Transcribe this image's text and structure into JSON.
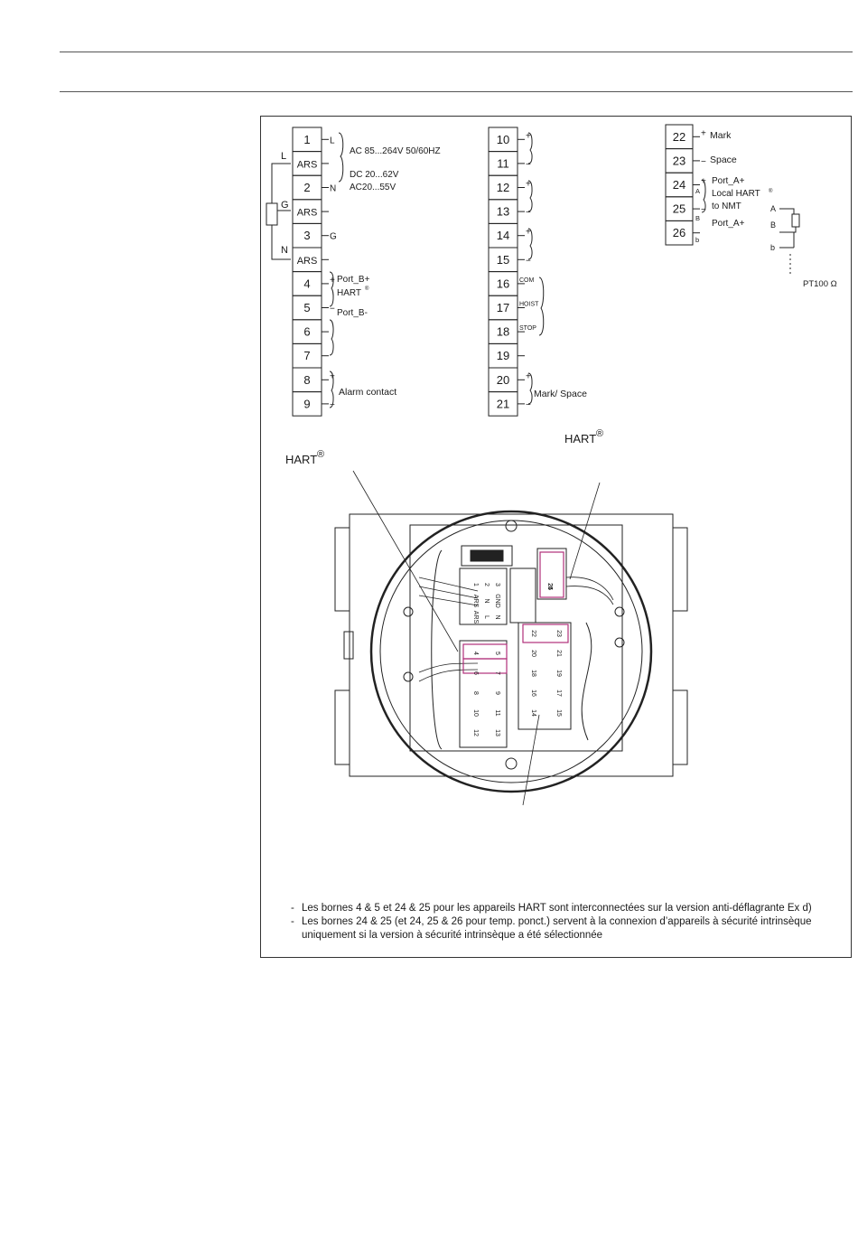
{
  "terminals": {
    "left": [
      {
        "label": "1",
        "mark": "L"
      },
      {
        "label": "ARS",
        "mark": ""
      },
      {
        "label": "2",
        "mark": "N"
      },
      {
        "label": "ARS",
        "mark": ""
      },
      {
        "label": "3",
        "mark": "G"
      },
      {
        "label": "ARS",
        "mark": ""
      },
      {
        "label": "4",
        "mark": "+"
      },
      {
        "label": "5",
        "mark": "−"
      },
      {
        "label": "6",
        "mark": ""
      },
      {
        "label": "7",
        "mark": ""
      },
      {
        "label": "8",
        "mark": "+"
      },
      {
        "label": "9",
        "mark": "−"
      }
    ],
    "middle": [
      {
        "label": "10",
        "mark": "+"
      },
      {
        "label": "11",
        "mark": "−"
      },
      {
        "label": "12",
        "mark": "+"
      },
      {
        "label": "13",
        "mark": "−"
      },
      {
        "label": "14",
        "mark": "+"
      },
      {
        "label": "15",
        "mark": "−"
      },
      {
        "label": "16",
        "mark": "COM"
      },
      {
        "label": "17",
        "mark": "HOIST"
      },
      {
        "label": "18",
        "mark": "STOP"
      },
      {
        "label": "19",
        "mark": ""
      },
      {
        "label": "20",
        "mark": "+"
      },
      {
        "label": "21",
        "mark": "−"
      }
    ],
    "right": [
      {
        "label": "22",
        "mark": "+"
      },
      {
        "label": "23",
        "mark": "−"
      },
      {
        "label": "24",
        "mark": "+"
      },
      {
        "label": "25",
        "mark": "−"
      },
      {
        "label": "26",
        "mark": ""
      }
    ],
    "right_sub": [
      "A",
      "B",
      "b"
    ]
  },
  "left_labels": {
    "power_ac": "AC 85...264V 50/60HZ",
    "power_dc": "DC 20...62V",
    "power_ac2": "AC20...55V",
    "port_b_plus": "Port_B+",
    "hart": "HART",
    "port_b_minus": "Port_B-",
    "alarm": "Alarm contact",
    "wire_l": "L",
    "wire_g": "G",
    "wire_n": "N"
  },
  "middle_labels": {
    "mark_space": "Mark/ Space"
  },
  "right_labels": {
    "mark": "Mark",
    "space": "Space",
    "port_a_plus": "Port_A+",
    "local_hart": "Local HART",
    "to_nmt": "to NMT",
    "port_a_plus2": "Port_A+",
    "rtd_a": "A",
    "rtd_b": "B",
    "rtd_b2": "b",
    "pt100": "PT100 Ω"
  },
  "callouts": {
    "hart_left": "HART",
    "hart_right": "HART",
    "reg": "®"
  },
  "board": {
    "block1": [
      "1",
      "2",
      "3",
      "ARS",
      "N",
      "GND",
      "ARS",
      "L",
      "N"
    ],
    "block2": [
      "4",
      "5",
      "6",
      "7",
      "8",
      "9",
      "10",
      "11",
      "12",
      "13"
    ],
    "block3": [
      "14",
      "15",
      "16",
      "17",
      "18",
      "19",
      "20",
      "21",
      "22",
      "23"
    ],
    "block4": [
      "24",
      "25",
      "26"
    ]
  },
  "notes": [
    "Les bornes 4 & 5 et 24 & 25 pour les appareils HART sont interconnectées sur la version anti-déflagrante Ex d)",
    "Les bornes 24 & 25 (et 24, 25 & 26 pour temp. ponct.) servent à la connexion d’appareils à sécurité intrinsèque uniquement si la version à sécurité intrinsèque a été sélectionnée"
  ],
  "colors": {
    "line": "#222222",
    "highlight": "#b0307a"
  }
}
